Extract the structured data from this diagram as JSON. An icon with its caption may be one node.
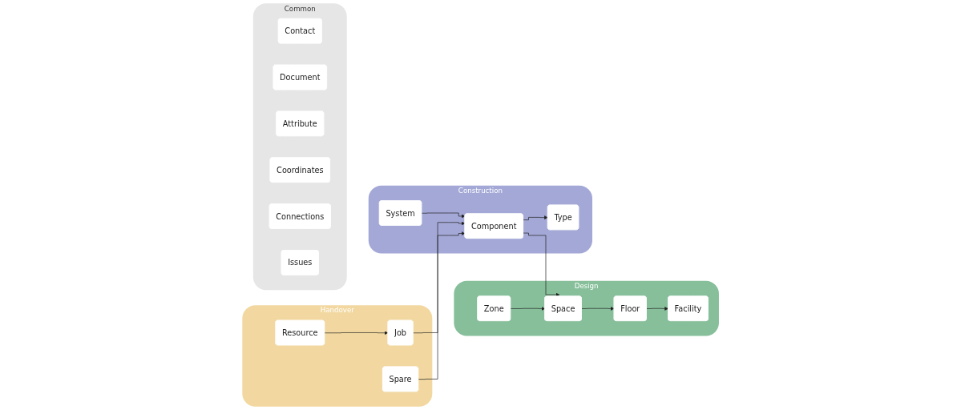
{
  "diagram": {
    "nodes": [
      {
        "text": [
          "Design"
        ]
      },
      {
        "text": [
          "Facility"
        ],
        "in": 0
      },
      {
        "text": [
          "Floor"
        ],
        "in": 0
      },
      {
        "text": [
          "Space"
        ],
        "in": 0
      },
      {
        "text": [
          "Zone"
        ],
        "in": 0
      },
      {
        "text": [
          "Construction"
        ]
      },
      {
        "text": [
          "Type"
        ],
        "in": 5
      },
      {
        "text": [
          "Component"
        ],
        "in": 5
      },
      {
        "text": [
          "System"
        ],
        "in": 5
      },
      {
        "text": [
          "Handover"
        ]
      },
      {
        "text": [
          "Job"
        ],
        "in": 9
      },
      {
        "text": [
          "Resource"
        ],
        "in": 9
      },
      {
        "text": [
          "Spare"
        ],
        "in": 9
      },
      {
        "text": [
          "Common"
        ]
      },
      {
        "text": [
          "Contact"
        ],
        "in": 13
      },
      {
        "text": [
          "Document"
        ],
        "in": 13
      },
      {
        "text": [
          "Attribute"
        ],
        "in": 13
      },
      {
        "text": [
          "Coordinates"
        ],
        "in": 13
      },
      {
        "text": [
          "Connections"
        ],
        "in": 13
      },
      {
        "text": [
          "Issues"
        ],
        "in": 13
      }
    ],
    "edges": [
      {
        "from": 2,
        "to": 1,
        "arrow": "to"
      },
      {
        "from": 3,
        "to": 2,
        "arrow": "to"
      },
      {
        "from": 4,
        "to": 3,
        "arrow": "to"
      },
      {
        "from": 7,
        "to": 6,
        "arrow": "to"
      },
      {
        "from": 8,
        "to": 7,
        "arrow": "to"
      },
      {
        "from": 11,
        "to": 10,
        "arrow": "to"
      },
      {
        "from": 7,
        "to": 3,
        "arrow": "to"
      },
      {
        "from": 10,
        "to": 7,
        "arrow": "to"
      },
      {
        "from": 12,
        "to": 7,
        "arrow": "to"
      }
    ]
  }
}
